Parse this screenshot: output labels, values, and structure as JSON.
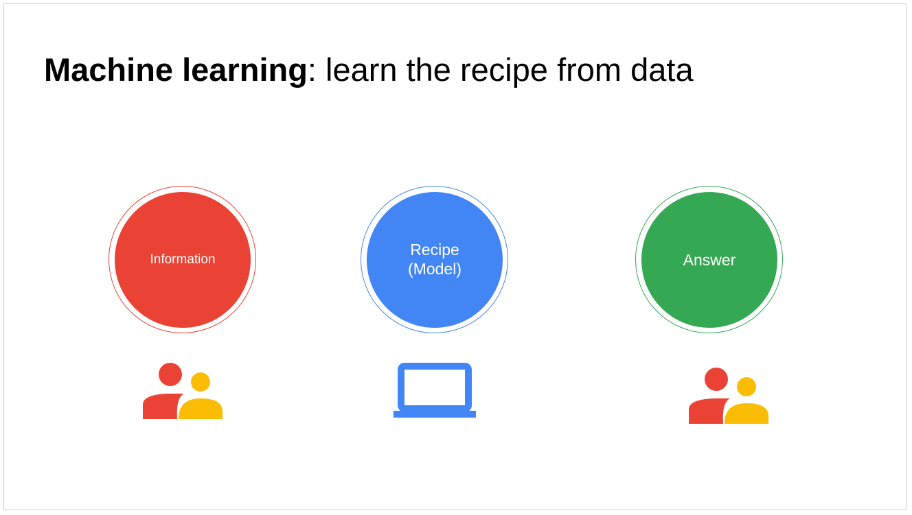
{
  "title": {
    "bold": "Machine learning",
    "rest": ": learn the recipe from data"
  },
  "nodes": [
    {
      "label": "Information",
      "color": "#ea4335",
      "icon": "people-icon"
    },
    {
      "label_line1": "Recipe",
      "label_line2": "(Model)",
      "color": "#4285f4",
      "icon": "laptop-icon"
    },
    {
      "label": "Answer",
      "color": "#34a853",
      "icon": "people-icon"
    }
  ],
  "icon_colors": {
    "person_red": "#ea4335",
    "person_yellow": "#fbbc04",
    "laptop_blue": "#4285f4"
  }
}
